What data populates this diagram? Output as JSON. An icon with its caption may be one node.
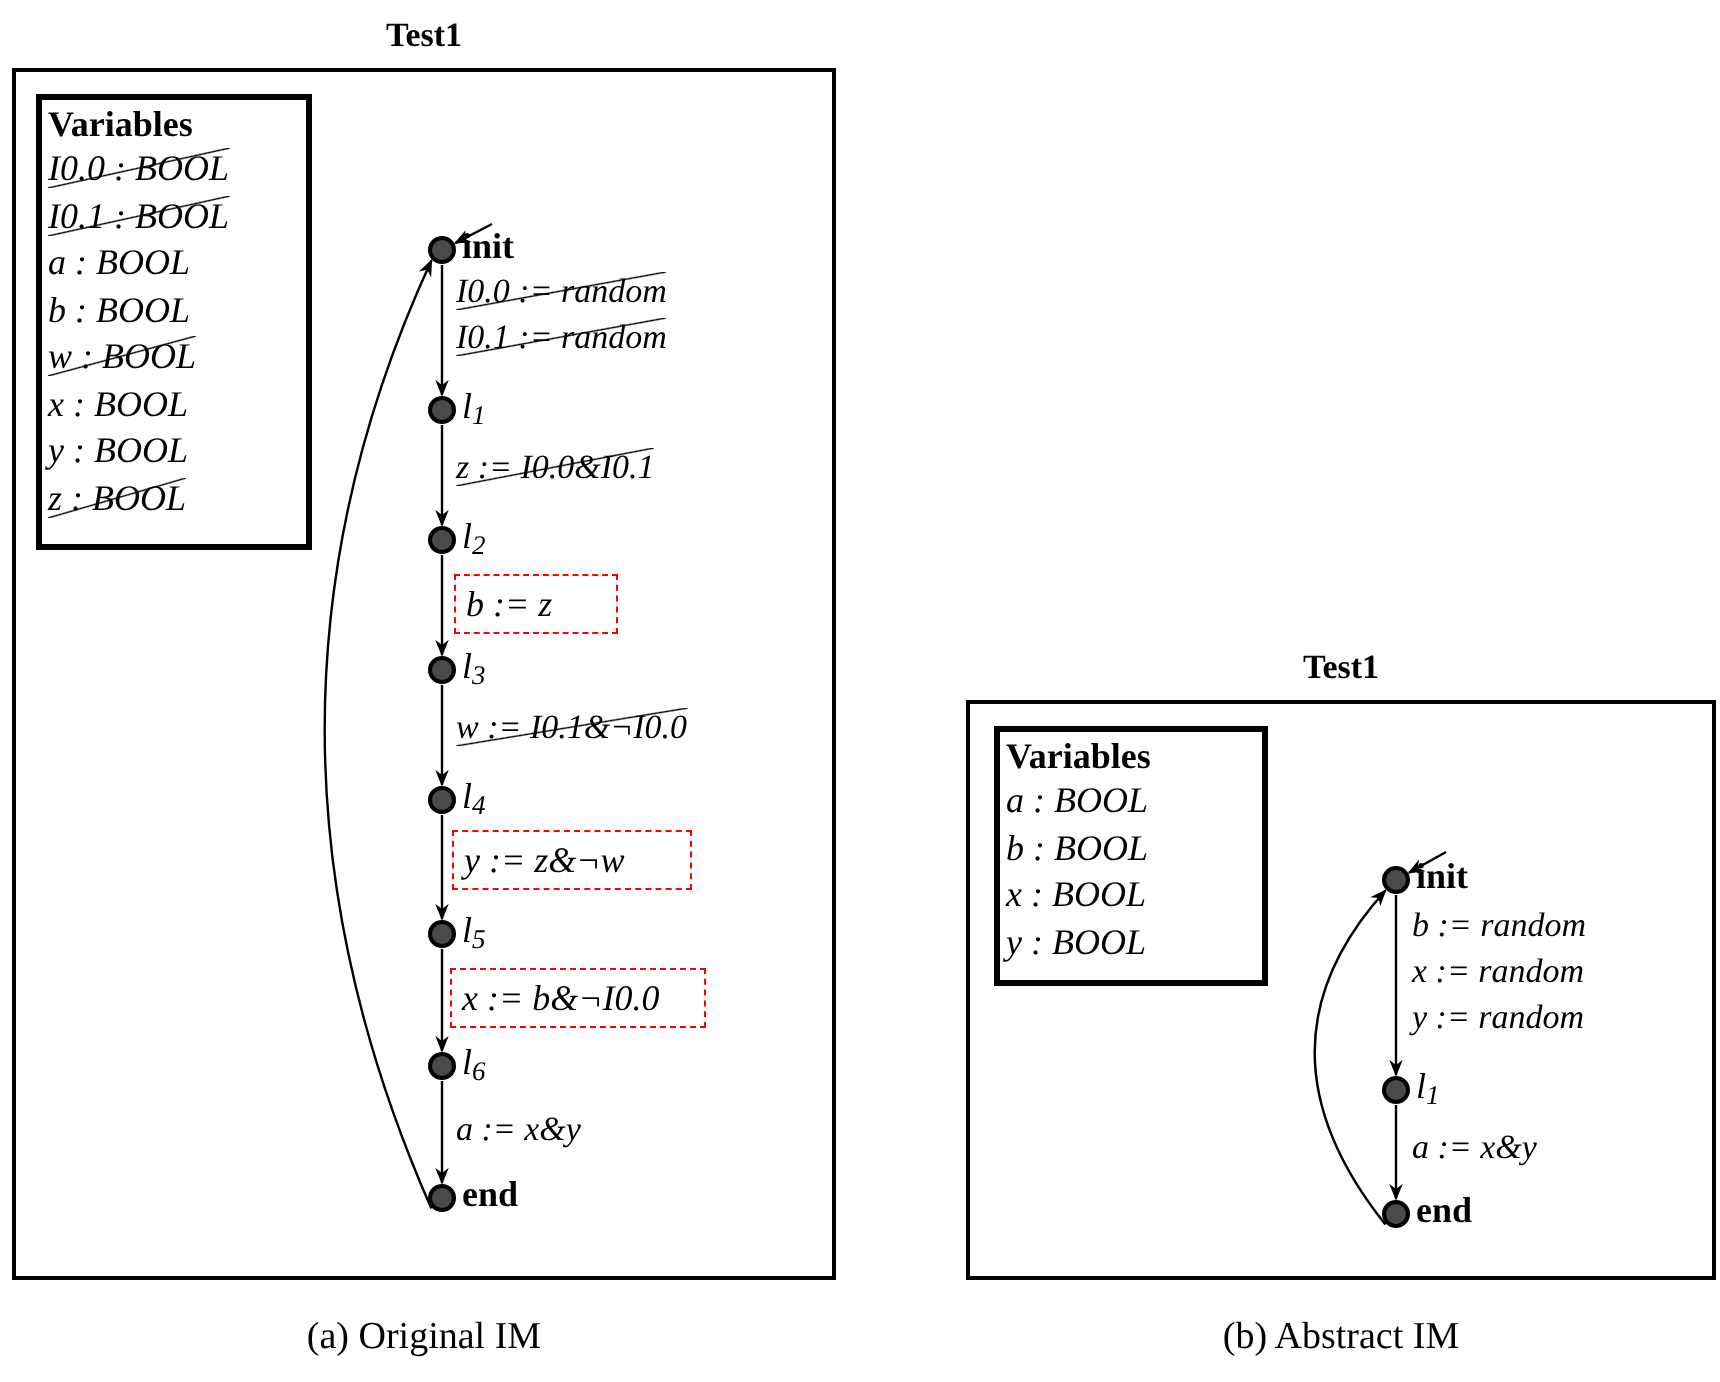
{
  "diagram": {
    "nodes": [
      {
        "text": [
          "Test1"
        ],
        "beside": [
          "(a) Original IM"
        ]
      },
      {
        "text": [
          "Variables",
          "I0.0 : BOOL",
          "I0.1 : BOOL",
          "a : BOOL",
          "b : BOOL",
          "w : BOOL",
          "x : BOOL",
          "y : BOOL",
          "z : BOOL"
        ],
        "in": 0
      },
      {
        "text": [],
        "shape": "circle",
        "beside": [
          "init"
        ],
        "in": 0
      },
      {
        "text": [],
        "shape": "circle",
        "beside": [
          "l$_{1}$"
        ],
        "in": 0
      },
      {
        "text": [],
        "shape": "circle",
        "beside": [
          "l$_{2}$"
        ],
        "in": 0
      },
      {
        "text": [],
        "shape": "circle",
        "beside": [
          "l$_{3}$"
        ],
        "in": 0
      },
      {
        "text": [],
        "shape": "circle",
        "beside": [
          "l$_{4}$"
        ],
        "in": 0
      },
      {
        "text": [],
        "shape": "circle",
        "beside": [
          "l$_{5}$"
        ],
        "in": 0
      },
      {
        "text": [],
        "shape": "circle",
        "beside": [
          "l$_{6}$"
        ],
        "in": 0
      },
      {
        "text": [],
        "shape": "circle",
        "beside": [
          "end"
        ],
        "in": 0
      },
      {
        "text": [
          "b := z"
        ],
        "in": 0
      },
      {
        "text": [
          "y := z&¬w"
        ],
        "in": 0
      },
      {
        "text": [
          "x := b&¬I0.0"
        ],
        "in": 0
      },
      {
        "text": [
          "Test1"
        ],
        "beside": [
          "(b) Abstract IM"
        ]
      },
      {
        "text": [
          "Variables",
          "a : BOOL",
          "b : BOOL",
          "x : BOOL",
          "y : BOOL"
        ],
        "in": 13
      },
      {
        "text": [],
        "shape": "circle",
        "beside": [
          "init"
        ],
        "in": 13
      },
      {
        "text": [],
        "shape": "circle",
        "beside": [
          "l$_{1}$"
        ],
        "in": 13
      },
      {
        "text": [],
        "shape": "circle",
        "beside": [
          "end"
        ],
        "in": 13
      }
    ],
    "edges": [
      {
        "from": null,
        "to": 2,
        "arrow": "to"
      },
      {
        "from": 2,
        "to": 3,
        "arrow": "to",
        "label": "I0.0 := random I0.1 := random"
      },
      {
        "from": 3,
        "to": 4,
        "arrow": "to",
        "label": "z := I0.0&I0.1"
      },
      {
        "from": 4,
        "to": 5,
        "arrow": "to"
      },
      {
        "from": 5,
        "to": 6,
        "arrow": "to",
        "label": "w := I0.1&¬I0.0"
      },
      {
        "from": 6,
        "to": 7,
        "arrow": "to"
      },
      {
        "from": 7,
        "to": 8,
        "arrow": "to"
      },
      {
        "from": 8,
        "to": 9,
        "arrow": "to",
        "label": "a := x&y"
      },
      {
        "from": 9,
        "to": 2,
        "arrow": "to"
      },
      {
        "from": null,
        "to": 15,
        "arrow": "to"
      },
      {
        "from": 15,
        "to": 16,
        "arrow": "to",
        "label": "b := random x := random y := random"
      },
      {
        "from": 16,
        "to": 17,
        "arrow": "to",
        "label": "a := x&y"
      },
      {
        "from": 17,
        "to": 15,
        "arrow": "to"
      }
    ]
  }
}
